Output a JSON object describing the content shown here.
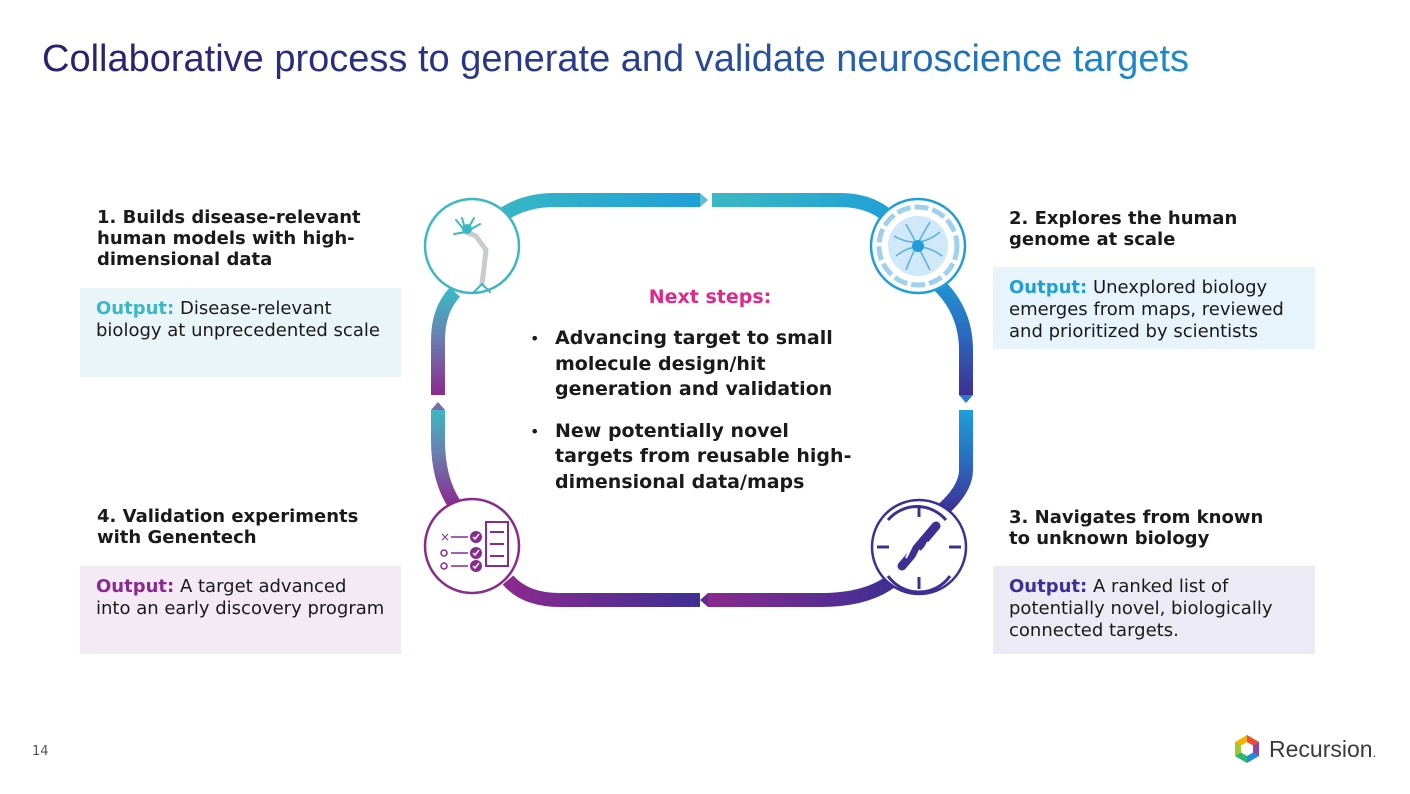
{
  "title": "Collaborative process to generate and validate neuroscience targets",
  "steps": [
    {
      "heading": [
        "1. Builds disease-relevant",
        "human models with high-",
        "dimensional data"
      ],
      "output_label": "Output:",
      "output_text": "Disease-relevant biology at unprecedented scale",
      "icon": "neuron-icon",
      "color": "#3bb8c3"
    },
    {
      "heading": [
        "2. Explores the human",
        "genome at scale"
      ],
      "output_label": "Output:",
      "output_text": "Unexplored biology emerges from maps, reviewed and prioritized by scientists",
      "icon": "genome-map-icon",
      "color": "#1f9fd8"
    },
    {
      "heading": [
        "3. Navigates from known",
        "to unknown biology"
      ],
      "output_label": "Output:",
      "output_text": "A ranked list of potentially novel, biologically connected targets.",
      "icon": "navigation-compass-icon",
      "color": "#3e2f93"
    },
    {
      "heading": [
        "4. Validation experiments",
        "with Genentech"
      ],
      "output_label": "Output:",
      "output_text": "A target advanced into an early discovery program",
      "icon": "checklist-icon",
      "color": "#8a2a8e"
    }
  ],
  "next_steps": {
    "title": "Next steps:",
    "items": [
      [
        "Advancing target to small",
        "molecule design/hit",
        "generation and validation"
      ],
      [
        "New potentially novel",
        "targets from reusable high-",
        "dimensional data/maps"
      ]
    ],
    "bullet": "•",
    "title_color": "#e0288a"
  },
  "page_number": "14",
  "brand": {
    "name": "Recursion",
    "suffix": "."
  }
}
